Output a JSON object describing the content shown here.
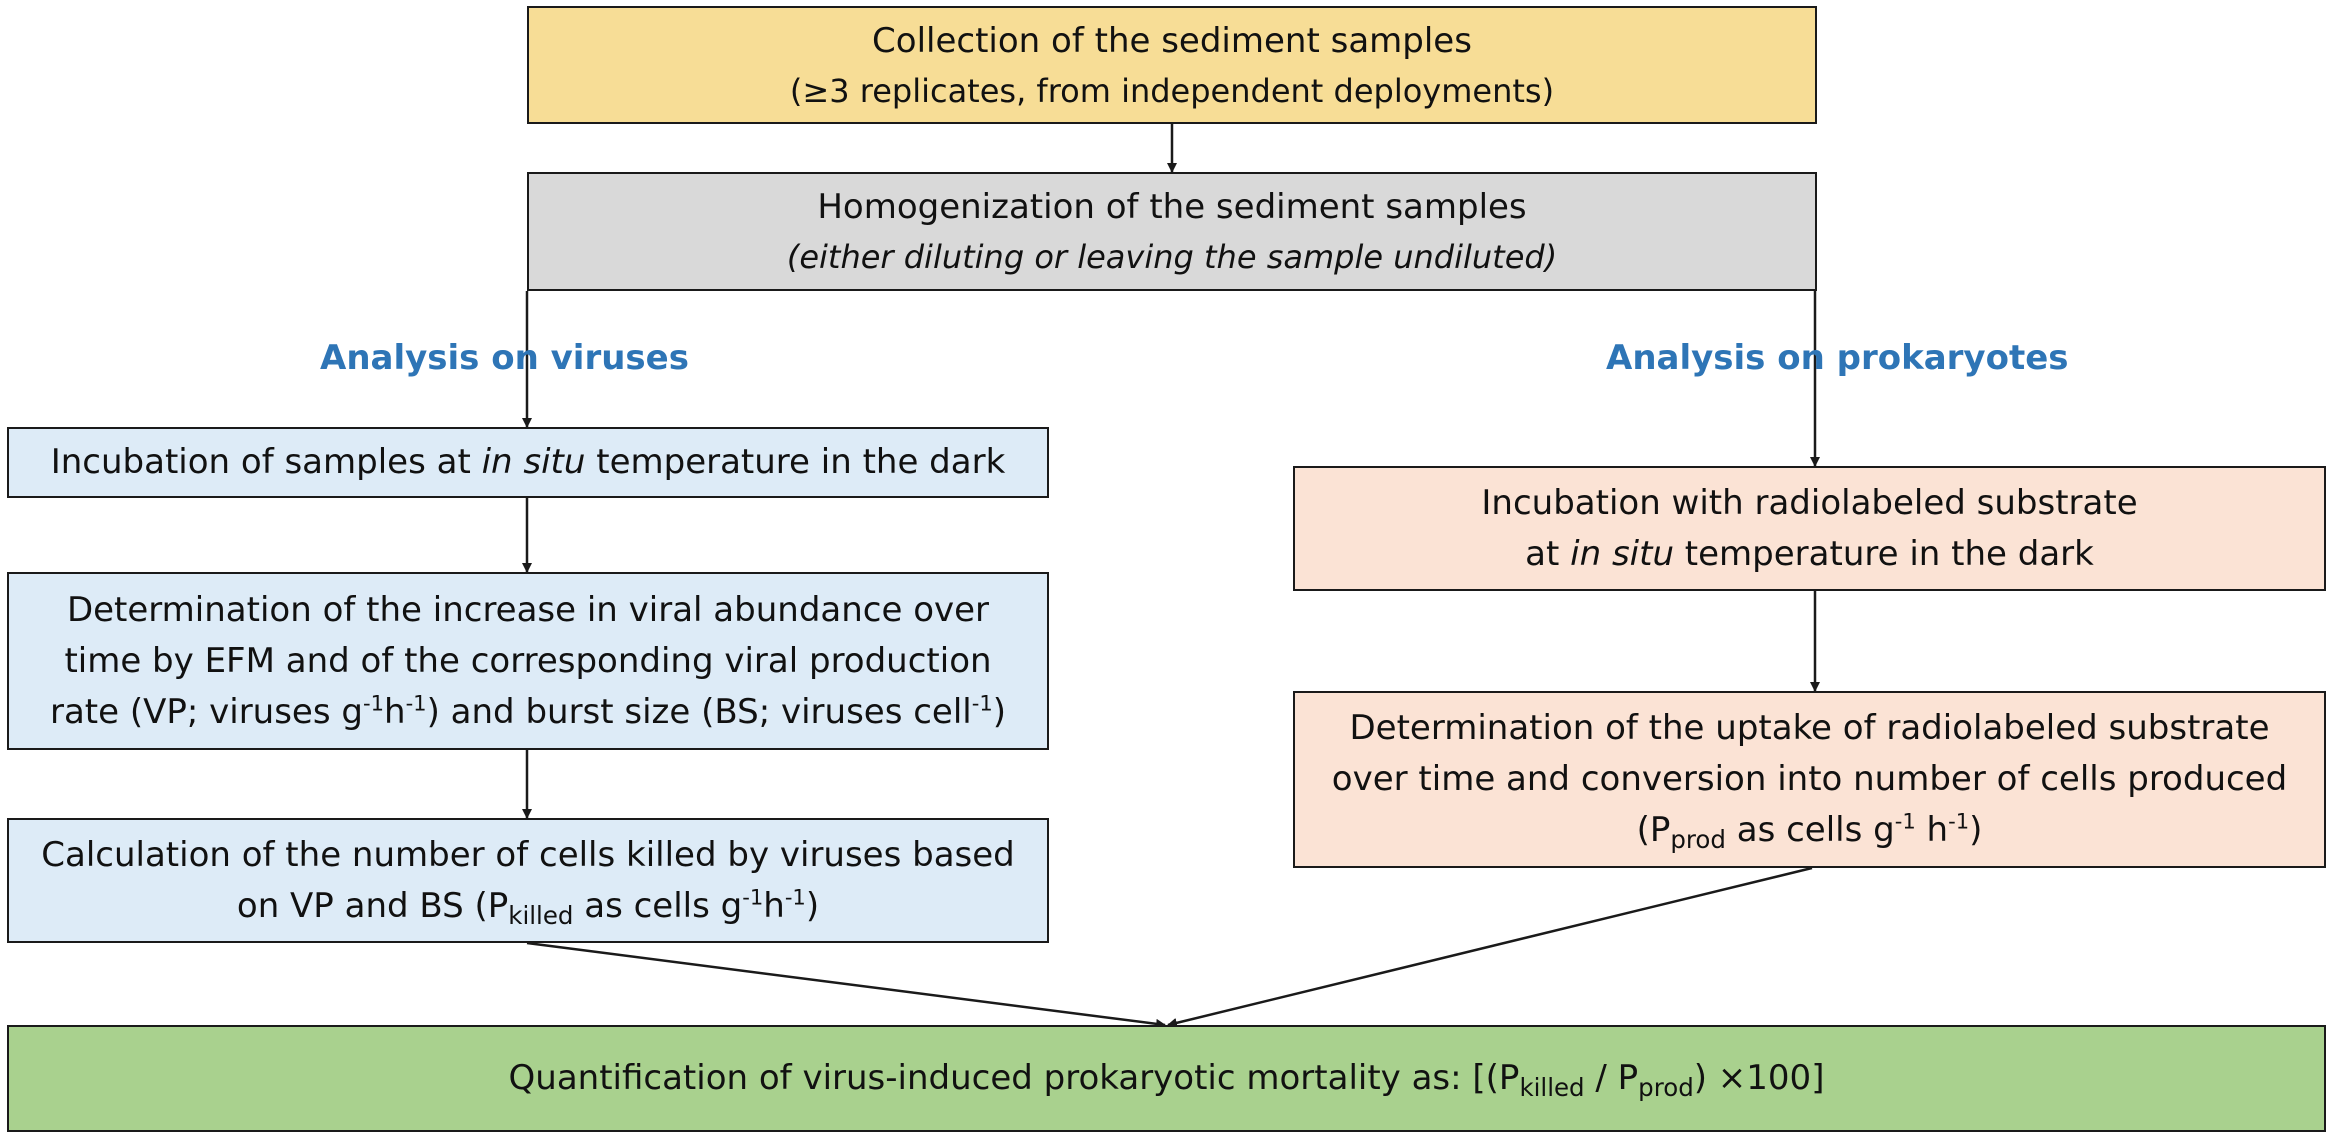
{
  "box_collection": {
    "title": "Collection of the sediment samples",
    "subtitle": "(≥3 replicates, from independent deployments)"
  },
  "box_homogenization": {
    "title": "Homogenization of the sediment samples",
    "subtitle": "(either diluting or leaving the sample undiluted)"
  },
  "label_viruses": "Analysis on viruses",
  "label_prokaryotes": "Analysis on prokaryotes",
  "viruses": {
    "incubation": {
      "before": "Incubation of samples at ",
      "italic": "in situ",
      "after": " temperature in the dark"
    },
    "determination": {
      "line1": "Determination of the increase in viral abundance over",
      "line2": "time by EFM and of the corresponding viral production",
      "line3_a": "rate (VP; viruses g",
      "line3_sup1": "-1",
      "line3_b": "h",
      "line3_sup2": "-1",
      "line3_c": ") and burst size (BS; viruses cell",
      "line3_sup3": "-1",
      "line3_d": ")"
    },
    "calculation": {
      "line1": "Calculation of the number of cells killed by viruses based",
      "line2_a": "on VP and BS (P",
      "line2_sub": "killed",
      "line2_b": " as cells g",
      "line2_sup1": "-1",
      "line2_c": "h",
      "line2_sup2": "-1",
      "line2_d": ")"
    }
  },
  "prokaryotes": {
    "incubation": {
      "line1": "Incubation with radiolabeled substrate",
      "line2_a": "at ",
      "line2_italic": "in situ",
      "line2_b": " temperature in the dark"
    },
    "determination": {
      "line1": "Determination of the uptake of radiolabeled substrate",
      "line2": "over time and conversion into number of cells produced",
      "line3_a": "(P",
      "line3_sub": "prod",
      "line3_b": " as cells g",
      "line3_sup1": "-1",
      "line3_c": " h",
      "line3_sup2": "-1",
      "line3_d": ")"
    }
  },
  "box_quantification": {
    "a": "Quantification of virus-induced prokaryotic mortality as: [(P",
    "sub1": "killed",
    "b": " / P",
    "sub2": "prod",
    "c": ") ×100]"
  },
  "colors": {
    "yellow": "#f7dd96",
    "grey": "#d9d9d9",
    "blue": "#ddebf7",
    "peach": "#fbe3d5",
    "green": "#a9d18e",
    "label_blue": "#2e75b6"
  }
}
